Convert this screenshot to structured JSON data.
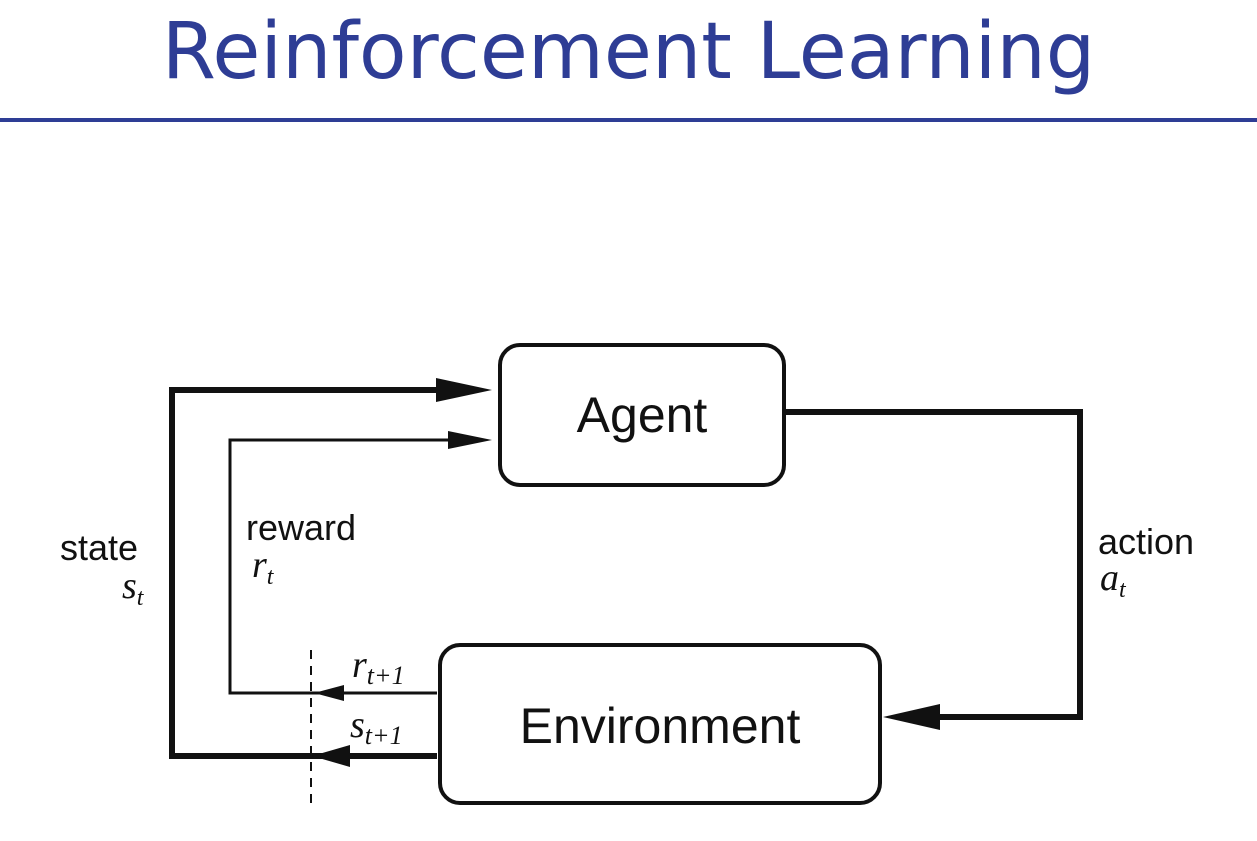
{
  "slide": {
    "title": "Reinforcement Learning"
  },
  "diagram": {
    "agent_label": "Agent",
    "environment_label": "Environment",
    "state": {
      "word": "state",
      "symbol": "s",
      "subscript": "t"
    },
    "reward": {
      "word": "reward",
      "symbol": "r",
      "subscript": "t"
    },
    "action": {
      "word": "action",
      "symbol": "a",
      "subscript": "t"
    },
    "next_reward": {
      "symbol": "r",
      "subscript": "t+1"
    },
    "next_state": {
      "symbol": "s",
      "subscript": "t+1"
    }
  },
  "colors": {
    "title": "#2e3d95",
    "rule": "#2e3d95",
    "ink": "#111111"
  }
}
